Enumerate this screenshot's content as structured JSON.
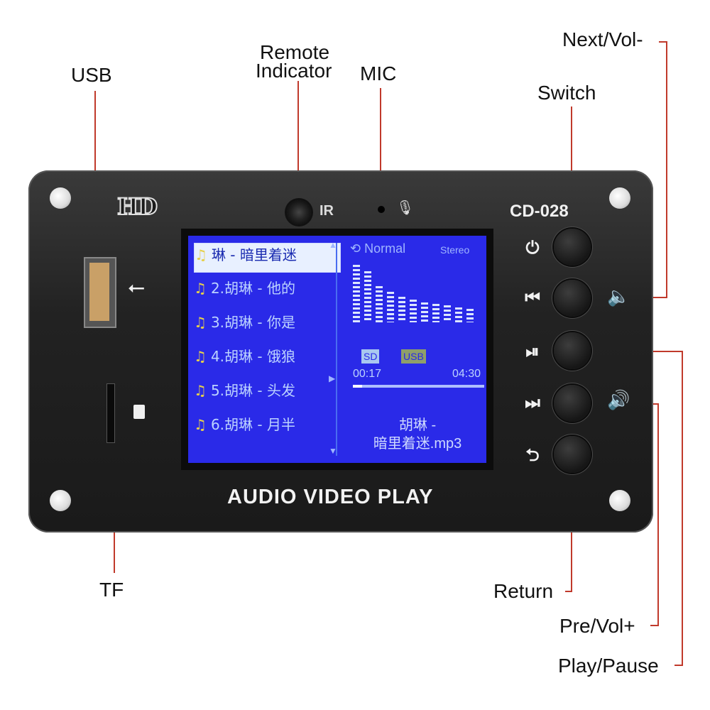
{
  "callouts": {
    "usb": "USB",
    "remote_line1": "Remote",
    "remote_line2": "Indicator",
    "mic": "MIC",
    "next_vol": "Next/Vol-",
    "switch": "Switch",
    "tf": "TF",
    "return": "Return",
    "pre_vol": "Pre/Vol+",
    "play_pause": "Play/Pause"
  },
  "panel": {
    "logo": "HD",
    "model": "CD-028",
    "ir_mark": "IR",
    "product_line": "AUDIO  VIDEO  PLAY"
  },
  "screen": {
    "tracks": [
      {
        "label": "琳 - 暗里着迷",
        "selected": true
      },
      {
        "label": "2.胡琳 - 他的",
        "selected": false
      },
      {
        "label": "3.胡琳 - 你是",
        "selected": false
      },
      {
        "label": "4.胡琳 - 饿狼",
        "selected": false
      },
      {
        "label": "5.胡琳 - 头发",
        "selected": false
      },
      {
        "label": "6.胡琳 - 月半",
        "selected": false
      }
    ],
    "mode": "Normal",
    "stereo": "Stereo",
    "badge_sd": "SD",
    "badge_usb": "USB",
    "time_elapsed": "00:17",
    "time_total": "04:30",
    "progress": 0.07,
    "eq_levels": [
      0.95,
      0.85,
      0.6,
      0.5,
      0.42,
      0.38,
      0.33,
      0.3,
      0.28,
      0.25,
      0.22
    ],
    "now_playing_title": "胡琳 -",
    "now_playing_file": "暗里着迷.mp3"
  },
  "icons": {
    "power": "power-icon",
    "prev": "previous-icon",
    "play": "play-pause-icon",
    "next": "next-icon",
    "return": "return-icon",
    "vol_down": "volume-down-icon",
    "vol_up": "volume-up-icon"
  },
  "colors": {
    "leader": "#c0392b",
    "screen": "#2a2ae8"
  }
}
